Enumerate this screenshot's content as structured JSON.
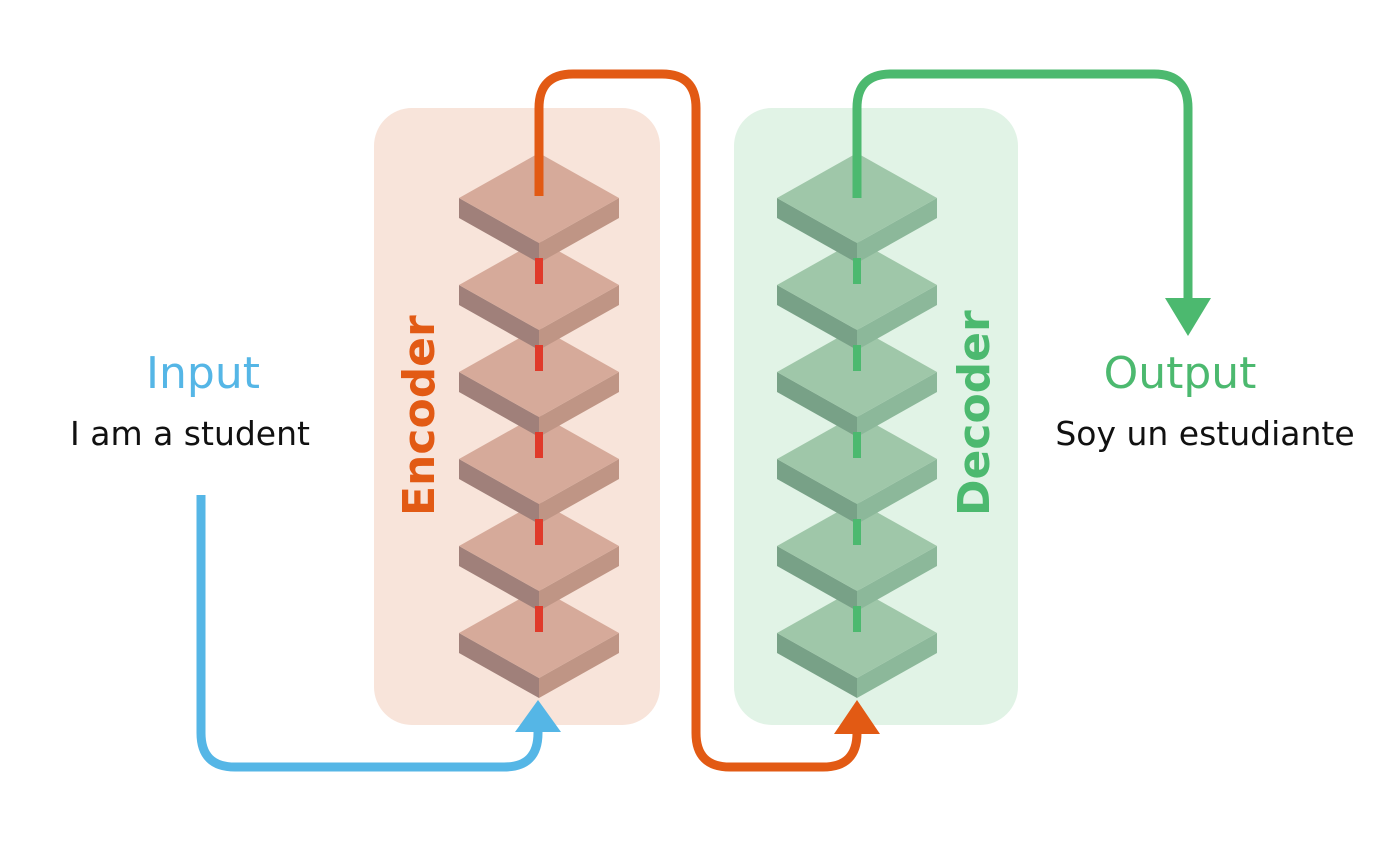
{
  "input": {
    "title": "Input",
    "text": "I am a student"
  },
  "output": {
    "title": "Output",
    "text": "Soy un estudiante"
  },
  "encoder": {
    "label": "Encoder",
    "layers": 6
  },
  "decoder": {
    "label": "Decoder",
    "layers": 6
  },
  "colors": {
    "input": "#55b6e6",
    "encoder": "#e25a14",
    "decoder": "#4cb96f",
    "encoder_panel": "#f8e4da",
    "decoder_panel": "#e1f3e6",
    "encoder_layer_top": "#d6aa9a",
    "encoder_layer_left": "#a0807a",
    "encoder_layer_right": "#bf9585",
    "decoder_layer_top": "#9fc7a9",
    "decoder_layer_left": "#78a187",
    "decoder_layer_right": "#8cb89a",
    "encoder_connector": "#e03a2a",
    "text": "#111111"
  }
}
